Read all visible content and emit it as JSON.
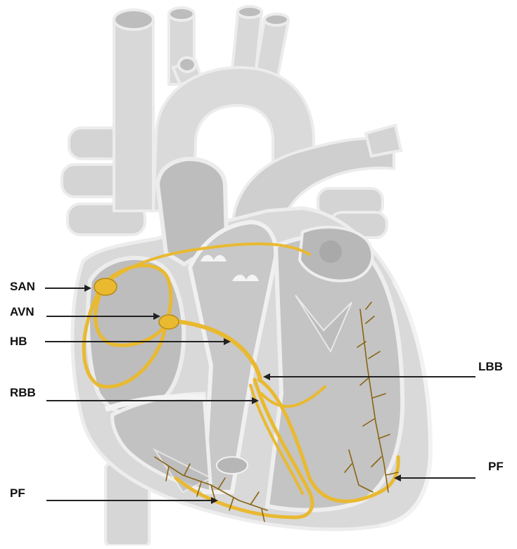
{
  "colors": {
    "background": "#ffffff",
    "heart_fill": "#d9d9d9",
    "heart_shade": "#c4c4c4",
    "heart_dark": "#b0b0b0",
    "heart_outline": "#ebebeb",
    "conduction": "#e9b930",
    "conduction_dark": "#b88a14",
    "purkinje": "#8a6412",
    "arrow": "#222222",
    "label": "#111111"
  },
  "labels": {
    "san": "SAN",
    "avn": "AVN",
    "hb": "HB",
    "rbb": "RBB",
    "lbb": "LBB",
    "pf_right": "PF",
    "pf_left": "PF"
  },
  "icons": {
    "heart": "heart-anatomy-illustration",
    "conduction": "cardiac-conduction-system"
  }
}
